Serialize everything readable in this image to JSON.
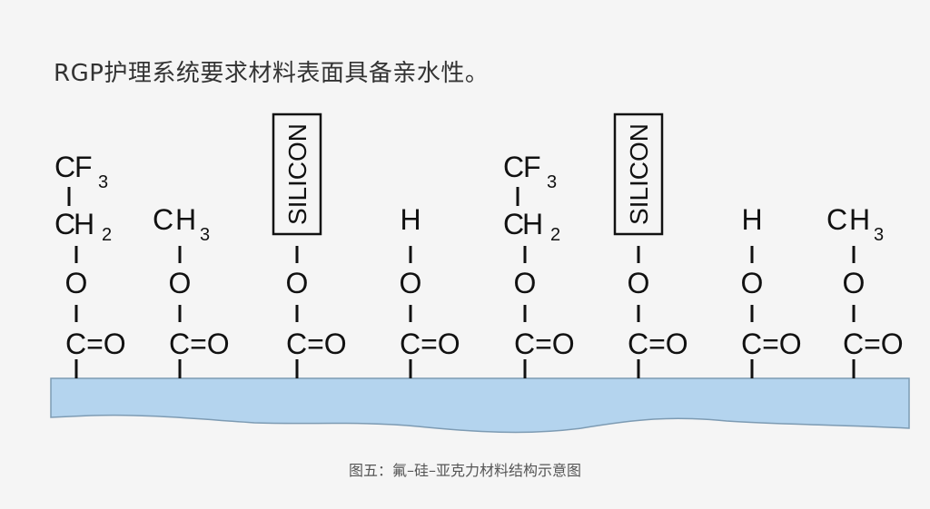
{
  "headline": "RGP护理系统要求材料表面具备亲水性。",
  "caption": "图五：氟–硅–亚克力材料结构示意图",
  "colors": {
    "surface_fill": "#b4d4ee",
    "surface_stroke": "#7d9bb3",
    "ink": "#111111"
  },
  "groups": {
    "carbonyl": "C=O",
    "ether_o": "O",
    "c": "C",
    "f": "F",
    "h": "H",
    "sub3": "3",
    "sub2": "2",
    "silicon": "SILICON"
  },
  "chains": [
    {
      "type": "cf3"
    },
    {
      "type": "ch3"
    },
    {
      "type": "silicon"
    },
    {
      "type": "h"
    },
    {
      "type": "cf3"
    },
    {
      "type": "silicon"
    },
    {
      "type": "h"
    },
    {
      "type": "ch3"
    }
  ]
}
